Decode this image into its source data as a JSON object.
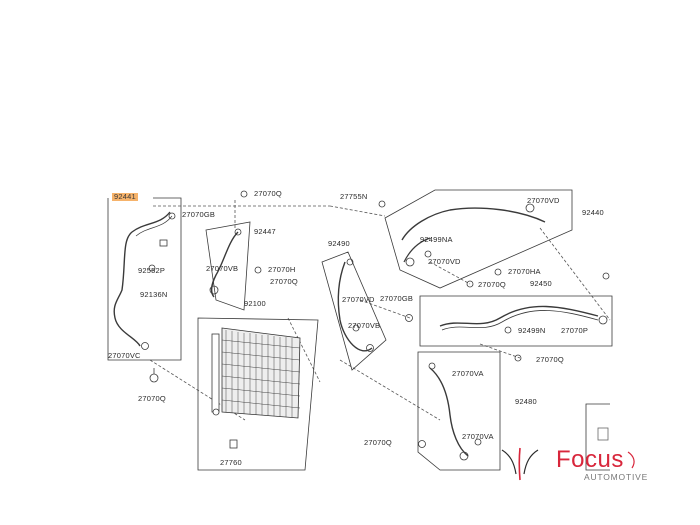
{
  "diagram": {
    "part_labels": {
      "p92441": "92441",
      "p27070gb": "27070GB",
      "p92552p": "92552P",
      "p92136n": "92136N",
      "p27070vc": "27070VC",
      "p27070q_a": "27070Q",
      "p27070q_b": "27070Q",
      "p92447": "92447",
      "p27070vb": "27070VB",
      "p27070h": "27070H",
      "p27070q_c": "27070Q",
      "p92100": "92100",
      "p27760": "27760",
      "p27755n": "27755N",
      "p92490": "92490",
      "p27070vd_mid": "27070VD",
      "p27070gb_mid": "27070GB",
      "p27070vb_mid": "27070VB",
      "p92499na": "92499NA",
      "p27070vd_upper": "27070VD",
      "p27070vd_right": "27070VD",
      "p92440": "92440",
      "p27070q_d": "27070Q",
      "p27070ha": "27070HA",
      "p92450": "92450",
      "p92499n": "92499N",
      "p27070p": "27070P",
      "p27070q_e": "27070Q",
      "p27070va_a": "27070VA",
      "p92480": "92480",
      "p27070va_b": "27070VA",
      "p27070q_f": "27070Q"
    }
  },
  "logo": {
    "word": "Focus",
    "sub": "AUTOMOTIVE"
  },
  "colors": {
    "line": "#3a3a3a",
    "highlight": "#f6b36b",
    "brand_red": "#d8263b"
  }
}
